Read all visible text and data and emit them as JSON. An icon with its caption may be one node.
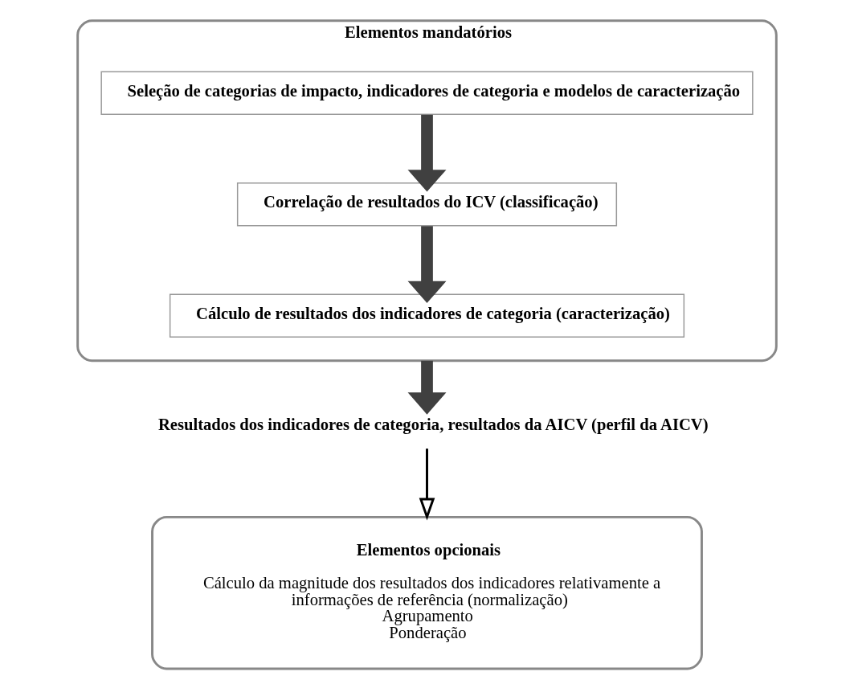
{
  "diagram": {
    "nodes": [
      {
        "text": [
          "Elementos mandatórios"
        ]
      },
      {
        "text": [
          "Seleção de categorias de impacto, indicadores de categoria e modelos de caracterização"
        ],
        "in": 0
      },
      {
        "text": [
          "Correlação de resultados do ICV (classificação)"
        ],
        "in": 0
      },
      {
        "text": [
          "Cálculo de resultados dos indicadores de categoria (caracterização)"
        ],
        "in": 0
      },
      {
        "text": [
          "Resultados dos indicadores de categoria, resultados da AICV (perfil da AICV)"
        ]
      },
      {
        "text": [
          "Elementos opcionais",
          "Cálculo da magnitude dos resultados dos indicadores relativamente a informações de referência (normalização)",
          "Agrupamento",
          "Ponderação"
        ]
      }
    ],
    "edges": [
      {
        "from": 1,
        "to": 2,
        "arrow": "to"
      },
      {
        "from": 2,
        "to": 3,
        "arrow": "to"
      },
      {
        "from": 0,
        "to": 4,
        "arrow": "to"
      },
      {
        "from": 4,
        "to": 5,
        "arrow": "to",
        "color": "#000000"
      }
    ]
  }
}
